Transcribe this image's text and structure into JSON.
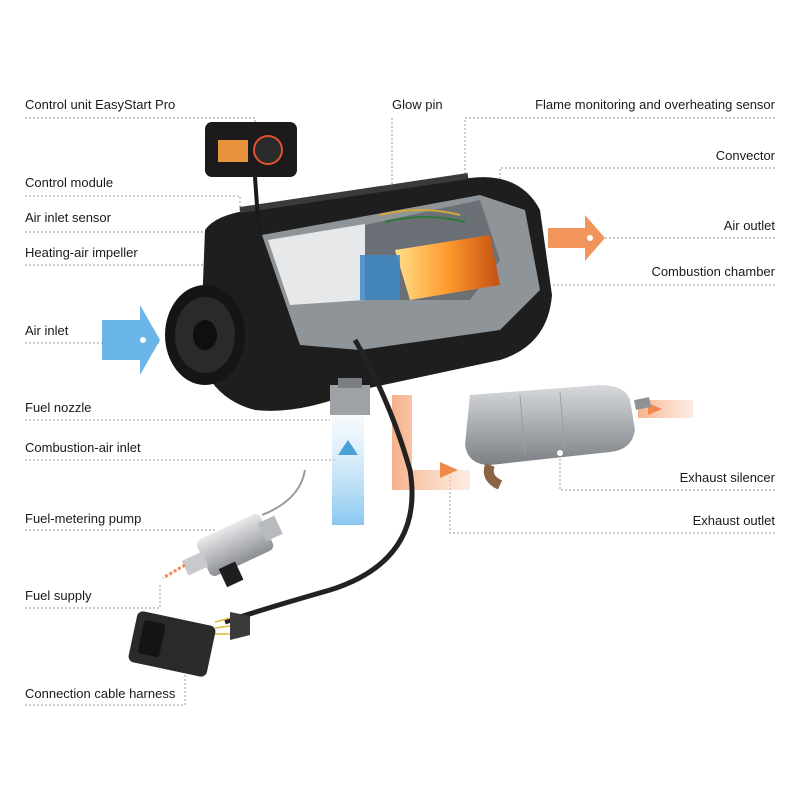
{
  "labels": {
    "control_unit": "Control unit EasyStart Pro",
    "control_module": "Control module",
    "air_inlet_sensor": "Air inlet sensor",
    "heating_air_impeller": "Heating-air impeller",
    "air_inlet": "Air inlet",
    "fuel_nozzle": "Fuel nozzle",
    "combustion_air_inlet": "Combustion-air inlet",
    "fuel_metering_pump": "Fuel-metering pump",
    "fuel_supply": "Fuel supply",
    "connection_cable_harness": "Connection cable harness",
    "glow_pin": "Glow pin",
    "flame_sensor": "Flame monitoring and overheating sensor",
    "convector": "Convector",
    "air_outlet": "Air outlet",
    "combustion_chamber": "Combustion chamber",
    "exhaust_silencer": "Exhaust silencer",
    "exhaust_outlet": "Exhaust outlet"
  },
  "colors": {
    "air_flow": "#5aaee6",
    "exhaust_flow": "#f08a4b",
    "heater_body": "#1e1e1e",
    "leader_line": "#9a9a9a"
  }
}
